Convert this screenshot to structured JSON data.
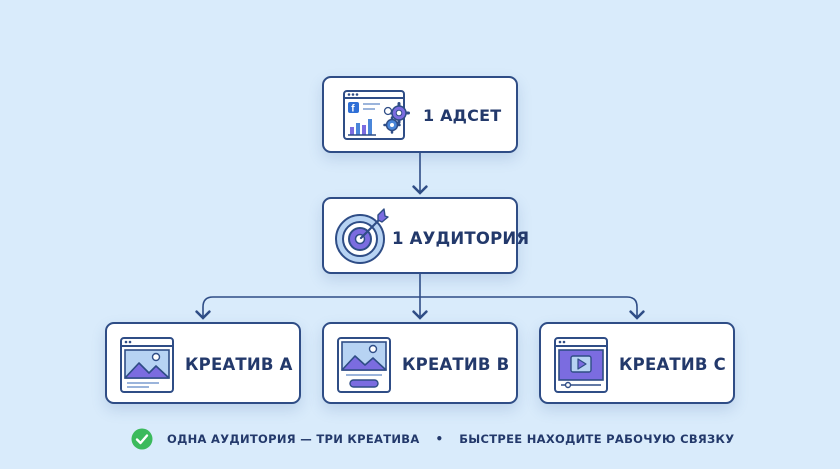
{
  "nodes": {
    "adset": {
      "label": "1 АДСЕТ",
      "icon": "ads-manager-dashboard-icon"
    },
    "audience": {
      "label": "1 АУДИТОРИЯ",
      "icon": "target-icon"
    },
    "creatives": [
      {
        "label": "КРЕАТИВ А",
        "icon": "image-post-icon"
      },
      {
        "label": "КРЕАТИВ В",
        "icon": "image-banner-icon"
      },
      {
        "label": "КРЕАТИВ С",
        "icon": "video-post-icon"
      }
    ]
  },
  "footer": {
    "text_left": "ОДНА АУДИТОРИЯ — ТРИ КРЕАТИВА",
    "separator": "•",
    "text_right": "БЫСТРЕЕ НАХОДИТЕ РАБОЧУЮ СВЯЗКУ",
    "icon": "check-circle-icon"
  },
  "colors": {
    "background": "#d9ebfb",
    "border": "#2f4d86",
    "text": "#23396b",
    "accent_purple": "#7b6ce0",
    "accent_blue": "#4a86d9",
    "check_green": "#3bba5c"
  }
}
